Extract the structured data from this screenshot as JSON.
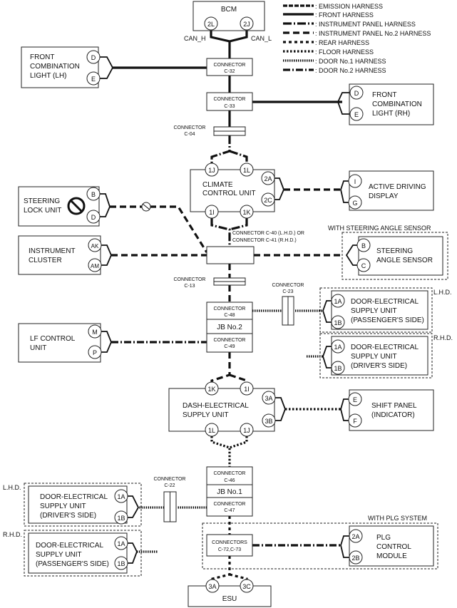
{
  "legend": [
    {
      "key": "emission",
      "label": ": EMISSION HARNESS"
    },
    {
      "key": "front",
      "label": ": FRONT HARNESS"
    },
    {
      "key": "ip",
      "label": ": INSTRUMENT PANEL HARNESS"
    },
    {
      "key": "ip2",
      "label": ": INSTRUMENT PANEL No.2 HARNESS"
    },
    {
      "key": "rear",
      "label": ": REAR HARNESS"
    },
    {
      "key": "floor",
      "label": ": FLOOR HARNESS"
    },
    {
      "key": "door1",
      "label": ": DOOR No.1 HARNESS"
    },
    {
      "key": "door2",
      "label": ": DOOR No.2 HARNESS"
    }
  ],
  "units": {
    "bcm": "BCM",
    "front_lh": [
      "FRONT",
      "COMBINATION",
      "LIGHT (LH)"
    ],
    "front_rh": [
      "FRONT",
      "COMBINATION",
      "LIGHT (RH)"
    ],
    "climate": [
      "CLIMATE",
      "CONTROL UNIT"
    ],
    "active_display": [
      "ACTIVE DRIVING",
      "DISPLAY"
    ],
    "steering_lock": [
      "STEERING",
      "LOCK UNIT"
    ],
    "instrument_cluster": [
      "INSTRUMENT",
      "CLUSTER"
    ],
    "steering_angle": [
      "STEERING",
      "ANGLE SENSOR"
    ],
    "door_pass_upper": [
      "DOOR-ELECTRICAL",
      "SUPPLY UNIT",
      "(PASSENGER'S SIDE)"
    ],
    "door_drv_upper": [
      "DOOR-ELECTRICAL",
      "SUPPLY UNIT",
      "(DRIVER'S SIDE)"
    ],
    "lf_control": [
      "LF CONTROL",
      "UNIT"
    ],
    "dash_supply": [
      "DASH-ELECTRICAL",
      "SUPPLY UNIT"
    ],
    "shift_panel": [
      "SHIFT PANEL",
      "(INDICATOR)"
    ],
    "door_drv_lower": [
      "DOOR-ELECTRICAL",
      "SUPPLY UNIT",
      "(DRIVER'S SIDE)"
    ],
    "door_pass_lower": [
      "DOOR-ELECTRICAL",
      "SUPPLY UNIT",
      "(PASSENGER'S SIDE)"
    ],
    "plg": [
      "PLG",
      "CONTROL",
      "MODULE"
    ],
    "esu": "ESU"
  },
  "connectors": {
    "c32": [
      "CONNECTOR",
      "C-32"
    ],
    "c33": [
      "CONNECTOR",
      "C-33"
    ],
    "c04": [
      "CONNECTOR",
      "C-04"
    ],
    "c40": [
      "CONNECTOR C-40 (L.H.D.) OR",
      "CONNECTOR C-41 (R.H.D.)"
    ],
    "c13": [
      "CONNECTOR",
      "C-13"
    ],
    "c23": [
      "CONNECTOR",
      "C-23"
    ],
    "c48": [
      "CONNECTOR",
      "C-48"
    ],
    "jb2": "JB No.2",
    "c49": [
      "CONNECTOR",
      "C-49"
    ],
    "c46": [
      "CONNECTOR",
      "C-46"
    ],
    "jb1": "JB No.1",
    "c47": [
      "CONNECTOR",
      "C-47"
    ],
    "c22": [
      "CONNECTOR",
      "C-22"
    ],
    "c72": [
      "CONNECTORS",
      "C-72,C-73"
    ]
  },
  "pins": {
    "bcm": [
      "2L",
      "2J"
    ],
    "front_lh": [
      "D",
      "E"
    ],
    "front_rh": [
      "D",
      "E"
    ],
    "climate_top": [
      "1J",
      "1L"
    ],
    "climate_right": [
      "2A",
      "2C"
    ],
    "climate_bottom": [
      "1I",
      "1K"
    ],
    "active_display": [
      "I",
      "G"
    ],
    "steering_lock": [
      "B",
      "D"
    ],
    "instrument_cluster": [
      "AK",
      "AM"
    ],
    "steering_angle": [
      "B",
      "C"
    ],
    "door_pass_upper": [
      "1A",
      "1B"
    ],
    "door_drv_upper": [
      "1A",
      "1B"
    ],
    "lf_control": [
      "M",
      "P"
    ],
    "dash_top": [
      "1K",
      "1I"
    ],
    "dash_right": [
      "3A",
      "3B"
    ],
    "dash_bottom": [
      "1L",
      "1J"
    ],
    "shift_panel": [
      "E",
      "F"
    ],
    "door_drv_lower": [
      "1A",
      "1B"
    ],
    "door_pass_lower": [
      "1A",
      "1B"
    ],
    "plg": [
      "2A",
      "2B"
    ],
    "esu": [
      "3A",
      "3C"
    ]
  },
  "labels": {
    "can_h": "CAN_H",
    "can_l": "CAN_L",
    "with_steering_angle": "WITH STEERING ANGLE SENSOR",
    "with_plg": "WITH PLG SYSTEM",
    "lhd": "L.H.D.",
    "rhd": "R.H.D."
  }
}
